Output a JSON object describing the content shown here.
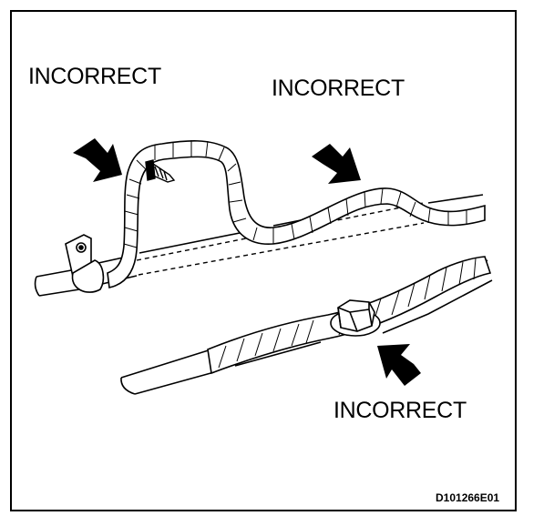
{
  "labels": {
    "incorrect_top_left": "INCORRECT",
    "incorrect_top_right": "INCORRECT",
    "incorrect_bottom": "INCORRECT"
  },
  "figure_code": "D101266E01",
  "colors": {
    "ink": "#000000",
    "paper": "#ffffff"
  },
  "icons": [
    "arrow-icon",
    "screw-icon",
    "clamp-icon",
    "bolt-icon"
  ]
}
